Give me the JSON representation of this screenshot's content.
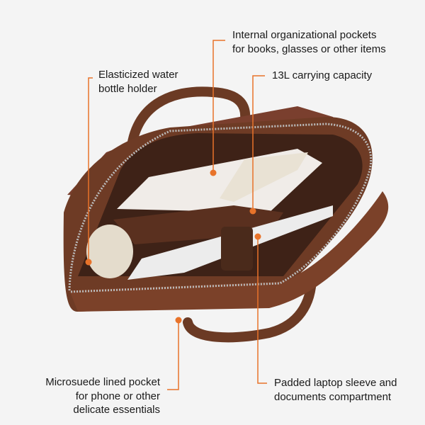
{
  "callouts": {
    "pockets": {
      "line1": "Internal organizational pockets",
      "line2": "for books, glasses or other items"
    },
    "bottle": {
      "line1": "Elasticized water",
      "line2": "bottle holder"
    },
    "capacity": {
      "line1": "13L carrying capacity"
    },
    "microsuede": {
      "line1": "Microsuede lined pocket",
      "line2": "for phone or other",
      "line3": "delicate essentials"
    },
    "laptop": {
      "line1": "Padded laptop sleeve and",
      "line2": "documents compartment"
    }
  },
  "colors": {
    "accent": "#e8732a",
    "background": "#f4f4f4",
    "leather": "#6b3a24"
  }
}
